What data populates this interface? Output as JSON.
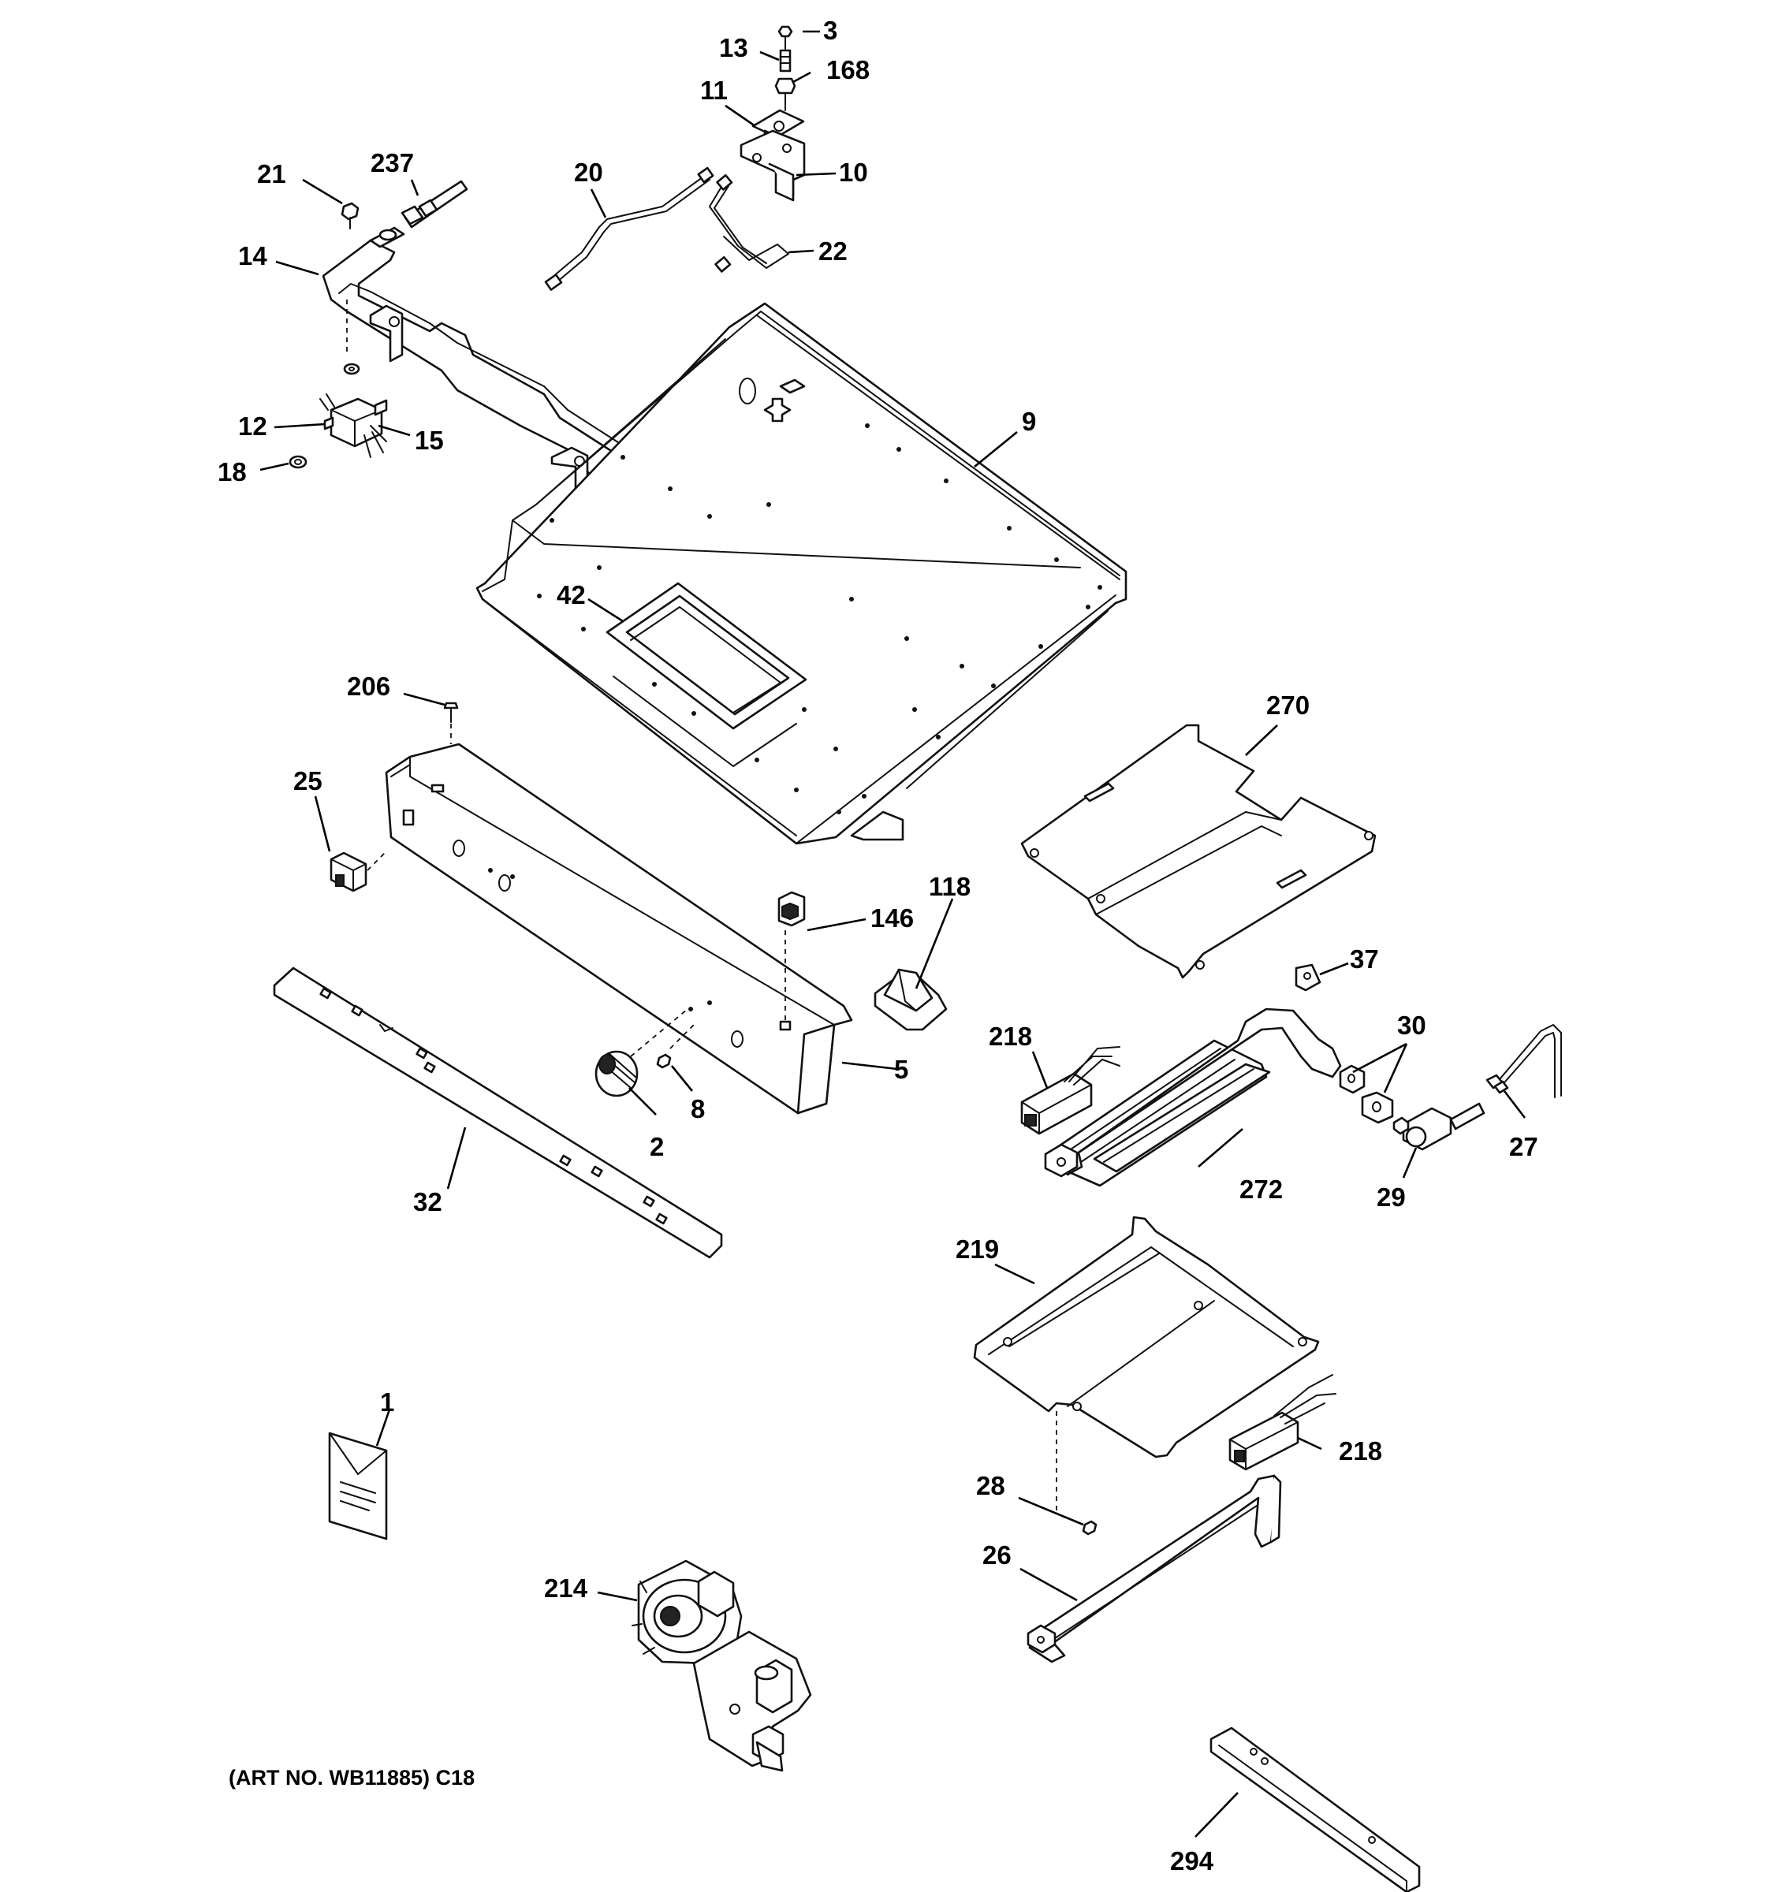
{
  "callouts": {
    "c3": "3",
    "c13": "13",
    "c168": "168",
    "c11": "11",
    "c10": "10",
    "c20": "20",
    "c22": "22",
    "c21": "21",
    "c237": "237",
    "c14": "14",
    "c12": "12",
    "c15": "15",
    "c18": "18",
    "c9": "9",
    "c42": "42",
    "c206": "206",
    "c270": "270",
    "c25": "25",
    "c118": "118",
    "c146": "146",
    "c37": "37",
    "c30": "30",
    "c218a": "218",
    "c5": "5",
    "c8": "8",
    "c2": "2",
    "c27": "27",
    "c272": "272",
    "c29": "29",
    "c32": "32",
    "c219": "219",
    "c1": "1",
    "c218b": "218",
    "c28": "28",
    "c26": "26",
    "c214": "214",
    "c294": "294"
  },
  "footer": {
    "art_number": "(ART NO. WB11885) C18"
  }
}
